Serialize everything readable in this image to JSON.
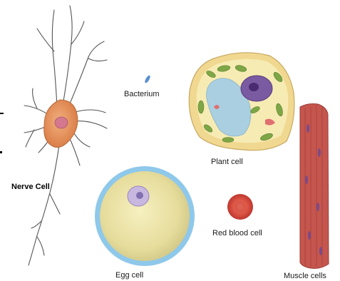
{
  "labels": {
    "nerve_cell": "Nerve Cell",
    "bacterium": "Bacterium",
    "plant_cell": "Plant cell",
    "egg_cell": "Egg cell",
    "red_blood_cell": "Red blood cell",
    "muscle_cells": "Muscle cells"
  },
  "colors": {
    "nerve_body": "#e8955f",
    "nerve_nucleus": "#d4778f",
    "dendrite": "#555555",
    "bacterium": "#5a90d0",
    "plant_wall": "#f0d890",
    "plant_cytoplasm": "#f7ebb4",
    "vacuole": "#a9cfe0",
    "plant_nucleus": "#7a5aa0",
    "chloroplast": "#7ea646",
    "egg_membrane": "#8ec8ea",
    "egg_cytoplasm": "#ece4a4",
    "egg_nucleus": "#9a86c4",
    "red_blood_cell": "#d8473a",
    "muscle": "#c4564e",
    "muscle_nucleus": "#7a4a8a"
  }
}
